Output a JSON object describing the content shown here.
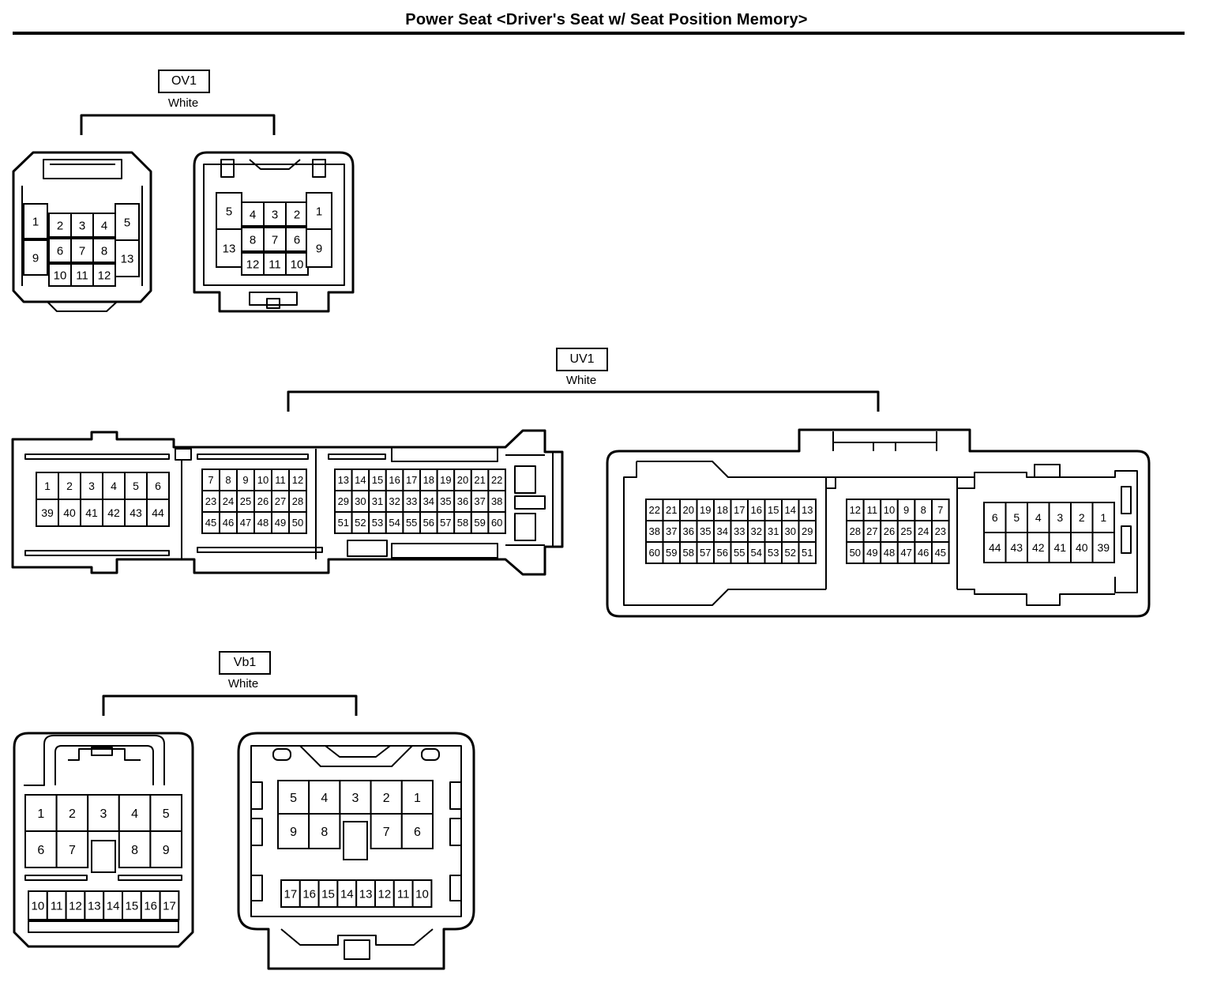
{
  "title": "Power Seat <Driver's Seat w/ Seat Position Memory>",
  "connectors": {
    "ov1": {
      "code": "OV1",
      "color": "White",
      "male_pins": [
        "1",
        "9",
        "2",
        "3",
        "4",
        "6",
        "7",
        "8",
        "10",
        "11",
        "12",
        "5",
        "13"
      ],
      "female_pins": [
        "5",
        "13",
        "4",
        "3",
        "2",
        "8",
        "7",
        "6",
        "12",
        "11",
        "10",
        "1",
        "9"
      ]
    },
    "uv1": {
      "code": "UV1",
      "color": "White",
      "male_block1": [
        "1",
        "2",
        "3",
        "4",
        "5",
        "6",
        "39",
        "40",
        "41",
        "42",
        "43",
        "44"
      ],
      "male_block2": [
        "7",
        "8",
        "9",
        "10",
        "11",
        "12",
        "23",
        "24",
        "25",
        "26",
        "27",
        "28",
        "45",
        "46",
        "47",
        "48",
        "49",
        "50"
      ],
      "male_block3": [
        "13",
        "14",
        "15",
        "16",
        "17",
        "18",
        "19",
        "20",
        "21",
        "22",
        "29",
        "30",
        "31",
        "32",
        "33",
        "34",
        "35",
        "36",
        "37",
        "38",
        "51",
        "52",
        "53",
        "54",
        "55",
        "56",
        "57",
        "58",
        "59",
        "60"
      ],
      "female_block1": [
        "22",
        "21",
        "20",
        "19",
        "18",
        "17",
        "16",
        "15",
        "14",
        "13",
        "38",
        "37",
        "36",
        "35",
        "34",
        "33",
        "32",
        "31",
        "30",
        "29",
        "60",
        "59",
        "58",
        "57",
        "56",
        "55",
        "54",
        "53",
        "52",
        "51"
      ],
      "female_block2": [
        "12",
        "11",
        "10",
        "9",
        "8",
        "7",
        "28",
        "27",
        "26",
        "25",
        "24",
        "23",
        "50",
        "49",
        "48",
        "47",
        "46",
        "45"
      ],
      "female_block3": [
        "6",
        "5",
        "4",
        "3",
        "2",
        "1",
        "44",
        "43",
        "42",
        "41",
        "40",
        "39"
      ]
    },
    "vb1": {
      "code": "Vb1",
      "color": "White",
      "male_top": [
        "1",
        "2",
        "3",
        "4",
        "5",
        "6",
        "7",
        "8",
        "9"
      ],
      "male_bottom": [
        "10",
        "11",
        "12",
        "13",
        "14",
        "15",
        "16",
        "17"
      ],
      "female_top": [
        "5",
        "4",
        "3",
        "2",
        "1",
        "9",
        "8",
        "7",
        "6"
      ],
      "female_bottom": [
        "17",
        "16",
        "15",
        "14",
        "13",
        "12",
        "11",
        "10"
      ]
    }
  }
}
